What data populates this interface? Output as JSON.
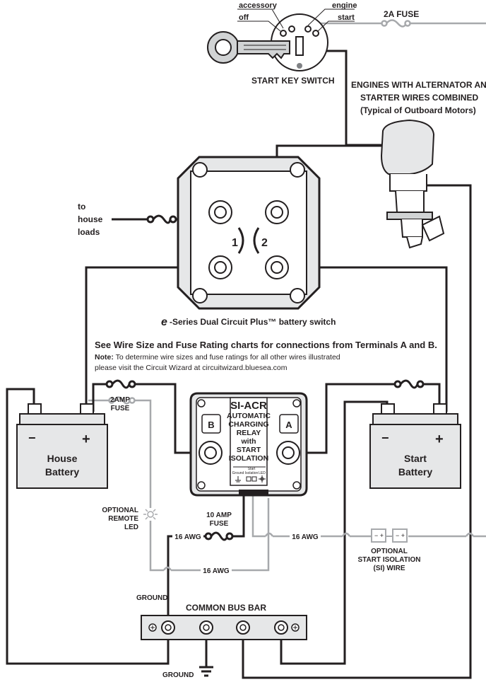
{
  "key_switch": {
    "pos_accessory": "accessory",
    "pos_off": "off",
    "pos_engine": "engine",
    "pos_start": "start",
    "title": "START KEY SWITCH"
  },
  "fuse_2a": "2A FUSE",
  "engine_note": {
    "line1": "ENGINES WITH ALTERNATOR AND",
    "line2": "STARTER WIRES COMBINED",
    "line3": "(Typical of Outboard Motors)"
  },
  "house_loads": {
    "line1": "to",
    "line2": "house",
    "line3": "loads"
  },
  "battery_switch": {
    "circuit1": "1",
    "circuit2": "2",
    "logo_glyph": "e",
    "caption": "-Series Dual Circuit Plus™ battery switch"
  },
  "notes": {
    "heading": "See Wire Size and Fuse Rating charts for connections from Terminals A and B.",
    "note_label": "Note:",
    "note_line1": " To determine wire sizes and fuse ratings for all other wires illustrated",
    "note_line2": "please visit the Circuit Wizard at circuitwizard.bluesea.com"
  },
  "relay": {
    "line1": "SI-ACR",
    "line2": "AUTOMATIC",
    "line3": "CHARGING",
    "line4": "RELAY",
    "line5": "with",
    "line6": "START",
    "line7": "ISOLATION",
    "term_b": "B",
    "term_a": "A",
    "pin_ground": "Ground",
    "pin_start_top": "Start",
    "pin_start_bottom": "Isolation",
    "pin_led": "LED"
  },
  "fuse_2amp": {
    "line1": "2AMP",
    "line2": "FUSE"
  },
  "house_battery": {
    "line1": "House",
    "line2": "Battery",
    "neg": "−",
    "pos": "+"
  },
  "start_battery": {
    "line1": "Start",
    "line2": "Battery",
    "neg": "−",
    "pos": "+"
  },
  "remote_led": {
    "line1": "OPTIONAL",
    "line2": "REMOTE",
    "line3": "LED"
  },
  "fuse_10amp": {
    "line1": "10 AMP",
    "line2": "FUSE"
  },
  "wire_labels": {
    "awg_a": "16 AWG",
    "awg_b": "16 AWG",
    "awg_c": "16 AWG"
  },
  "si_wire": {
    "line1": "OPTIONAL",
    "line2": "START ISOLATION",
    "line3": "(SI) WIRE"
  },
  "bus_bar": {
    "title": "COMMON BUS BAR"
  },
  "ground_top": "GROUND",
  "ground_bottom": "GROUND"
}
